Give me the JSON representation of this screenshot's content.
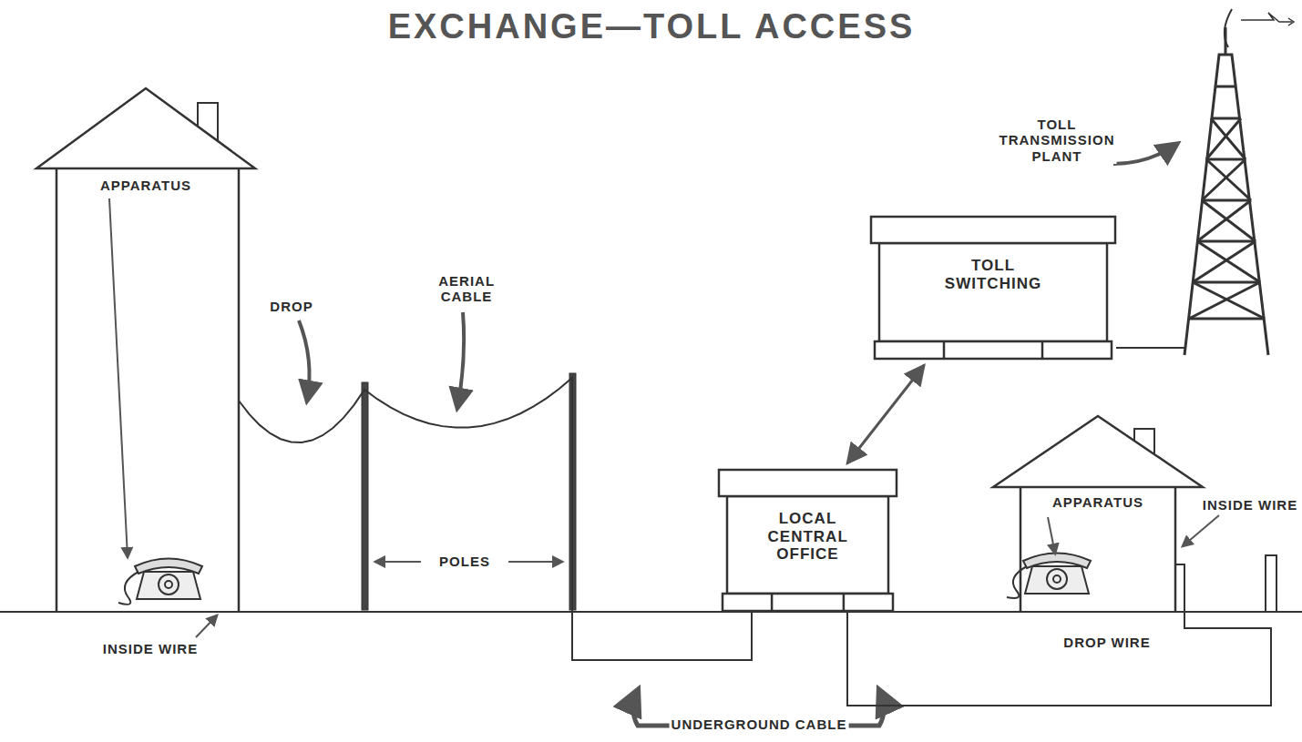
{
  "diagram": {
    "title": "EXCHANGE—TOLL ACCESS",
    "nodes": [
      {
        "text": [
          "APPARATUS"
        ]
      },
      {
        "text": [
          "TOLL SWITCHING"
        ]
      },
      {
        "text": [
          "LOCAL CENTRAL OFFICE"
        ]
      },
      {
        "text": [
          "APPARATUS"
        ]
      }
    ],
    "edges": [
      {
        "from": 1,
        "to": 2,
        "arrow": "both"
      },
      {
        "from": 0,
        "to": 2,
        "arrow": "none"
      },
      {
        "from": 2,
        "to": 3,
        "arrow": "none"
      }
    ],
    "labels": [
      "TOLL TRANSMISSION PLANT",
      "DROP",
      "AERIAL CABLE",
      "POLES",
      "INSIDE WIRE",
      "DROP WIRE",
      "INSIDE WIRE",
      "UNDERGROUND CABLE"
    ]
  }
}
